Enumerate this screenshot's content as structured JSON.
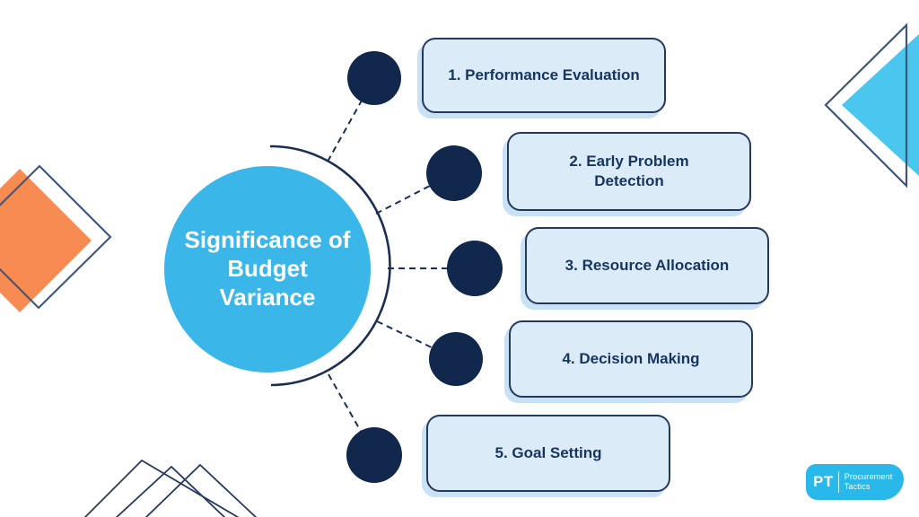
{
  "slide": {
    "title": "Significance of Budget Variance"
  },
  "center": {
    "title": "Significance of Budget Variance"
  },
  "items": [
    {
      "label": "1. Performance Evaluation"
    },
    {
      "label": "2. Early Problem Detection"
    },
    {
      "label": "3. Resource Allocation"
    },
    {
      "label": "4. Decision Making"
    },
    {
      "label": "5. Goal Setting"
    }
  ],
  "logo": {
    "abbr": "PT",
    "name_line1": "Procurement",
    "name_line2": "Tactics"
  },
  "decorations": {
    "left": "overlapping-diamonds-icon",
    "top_right": "overlapping-triangles-icon",
    "bottom_left": "mountain-lines-icon"
  },
  "palette": {
    "background": "#ffffff",
    "circle_blue": "#3ab6e9",
    "dot_navy": "#11284c",
    "arc_navy": "#1c2e52",
    "box_fill": "#dcebf8",
    "box_border": "#25395e",
    "box_shadow": "#c9e1f4",
    "box_text": "#16355f",
    "orange": "#f78b51",
    "outline_slate": "#42597b",
    "cyan_triangle": "#4ac6ef",
    "logo_cyan": "#28b8e9"
  }
}
